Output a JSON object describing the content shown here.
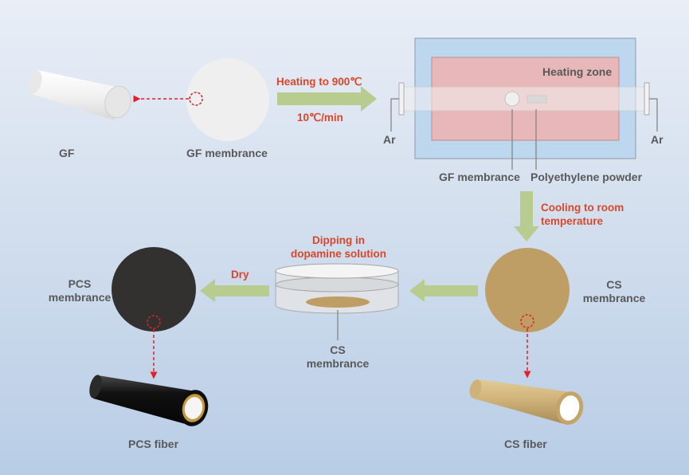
{
  "labels": {
    "gf": "GF",
    "gf_membrance": "GF membrance",
    "heating_zone": "Heating zone",
    "ar_left": "Ar",
    "ar_right": "Ar",
    "furnace_gf_membrance": "GF membrance",
    "polyethylene_powder": "Polyethylene powder",
    "cs_membrance_line1": "CS",
    "cs_membrance_line2": "membrance",
    "dish_cs_line1": "CS",
    "dish_cs_line2": "membrance",
    "pcs_membrance_line1": "PCS",
    "pcs_membrance_line2": "membrance",
    "pcs_fiber": "PCS fiber",
    "cs_fiber": "CS fiber"
  },
  "steps": {
    "heating_line1": "Heating to 900℃",
    "heating_line2": "10℃/min",
    "cooling_line1": "Cooling to room",
    "cooling_line2": "temperature",
    "dipping_line1": "Dipping in",
    "dipping_line2": "dopamine solution",
    "dry": "Dry"
  },
  "colors": {
    "arrow": "#b7cc8e",
    "step_text": "#d9472b",
    "label_text": "#595959",
    "gf_membrane": "#efefef",
    "cs_membrane": "#bf9e66",
    "pcs_membrane": "#333130",
    "furnace_outer": "#bdd7ee",
    "heating_zone": "#e8b7b9",
    "dash_red": "#e0202a"
  }
}
